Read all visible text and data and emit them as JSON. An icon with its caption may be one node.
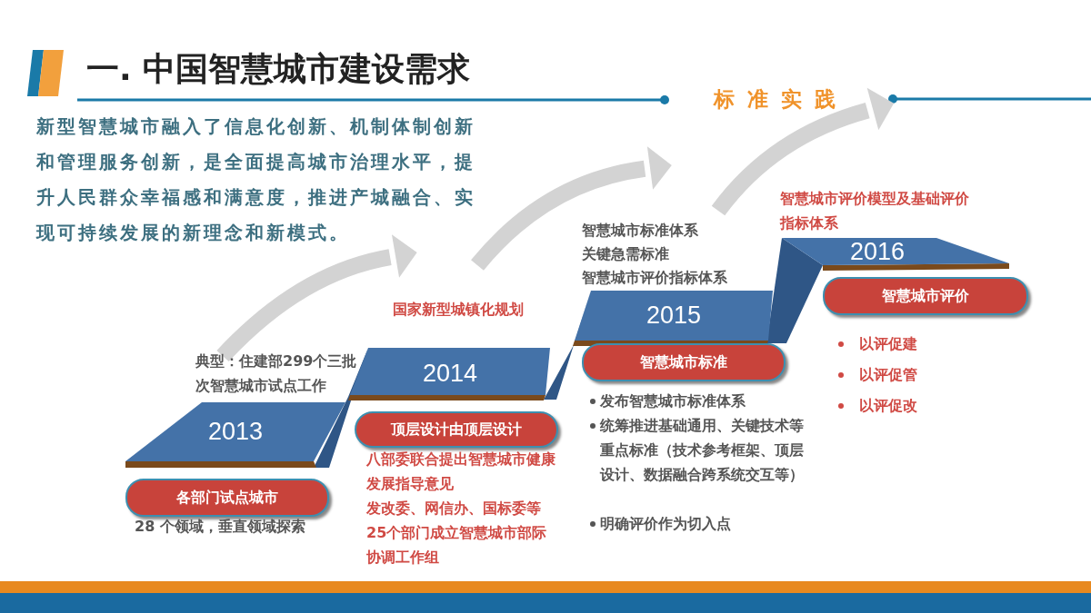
{
  "diagram": {
    "title": "一. 中国智慧城市建设需求",
    "nodes": [
      {
        "text": [
          "2013"
        ]
      },
      {
        "text": [
          "2014"
        ]
      },
      {
        "text": [
          "2015"
        ],
        "beside": [
          "智慧城市标准体系",
          "关键急需标准",
          "智慧城市评价指标体系"
        ]
      },
      {
        "text": [
          "2016"
        ],
        "beside": [
          "智慧城市评价模型及基础评价指标体系"
        ]
      },
      {
        "text": [
          "各部门试点城市"
        ],
        "beside": [
          "28 个领域，垂直领域探索"
        ]
      },
      {
        "text": [
          "顶层设计由顶层设计"
        ],
        "beside": [
          "八部委联合提出智慧城市健康发展指导意见",
          "发改委、网信办、国标委等25个部门成立智慧城市部际协调工作组"
        ]
      },
      {
        "text": [
          "智慧城市标准"
        ],
        "beside": [
          "发布智慧城市标准体系",
          "统筹推进基础通用、关键技术等重点标准（技术参考框架、顶层设计、数据融合跨系统交互等）",
          "明确评价作为切入点"
        ]
      },
      {
        "text": [
          "智慧城市评价"
        ],
        "beside": [
          "以评促建",
          "以评促管",
          "以评促改"
        ]
      }
    ],
    "edges": [],
    "labels": [
      "新型智慧城市融入了信息化创新、机制体制创新和管理服务创新，是全面提高城市治理水平，提升人民群众幸福感和满意度，推进产城融合、实现可持续发展的新理念和新模式。",
      "标准实践",
      "国家新型城镇化规划",
      "典型：住建部299个三批次智慧城市试点工作"
    ]
  }
}
